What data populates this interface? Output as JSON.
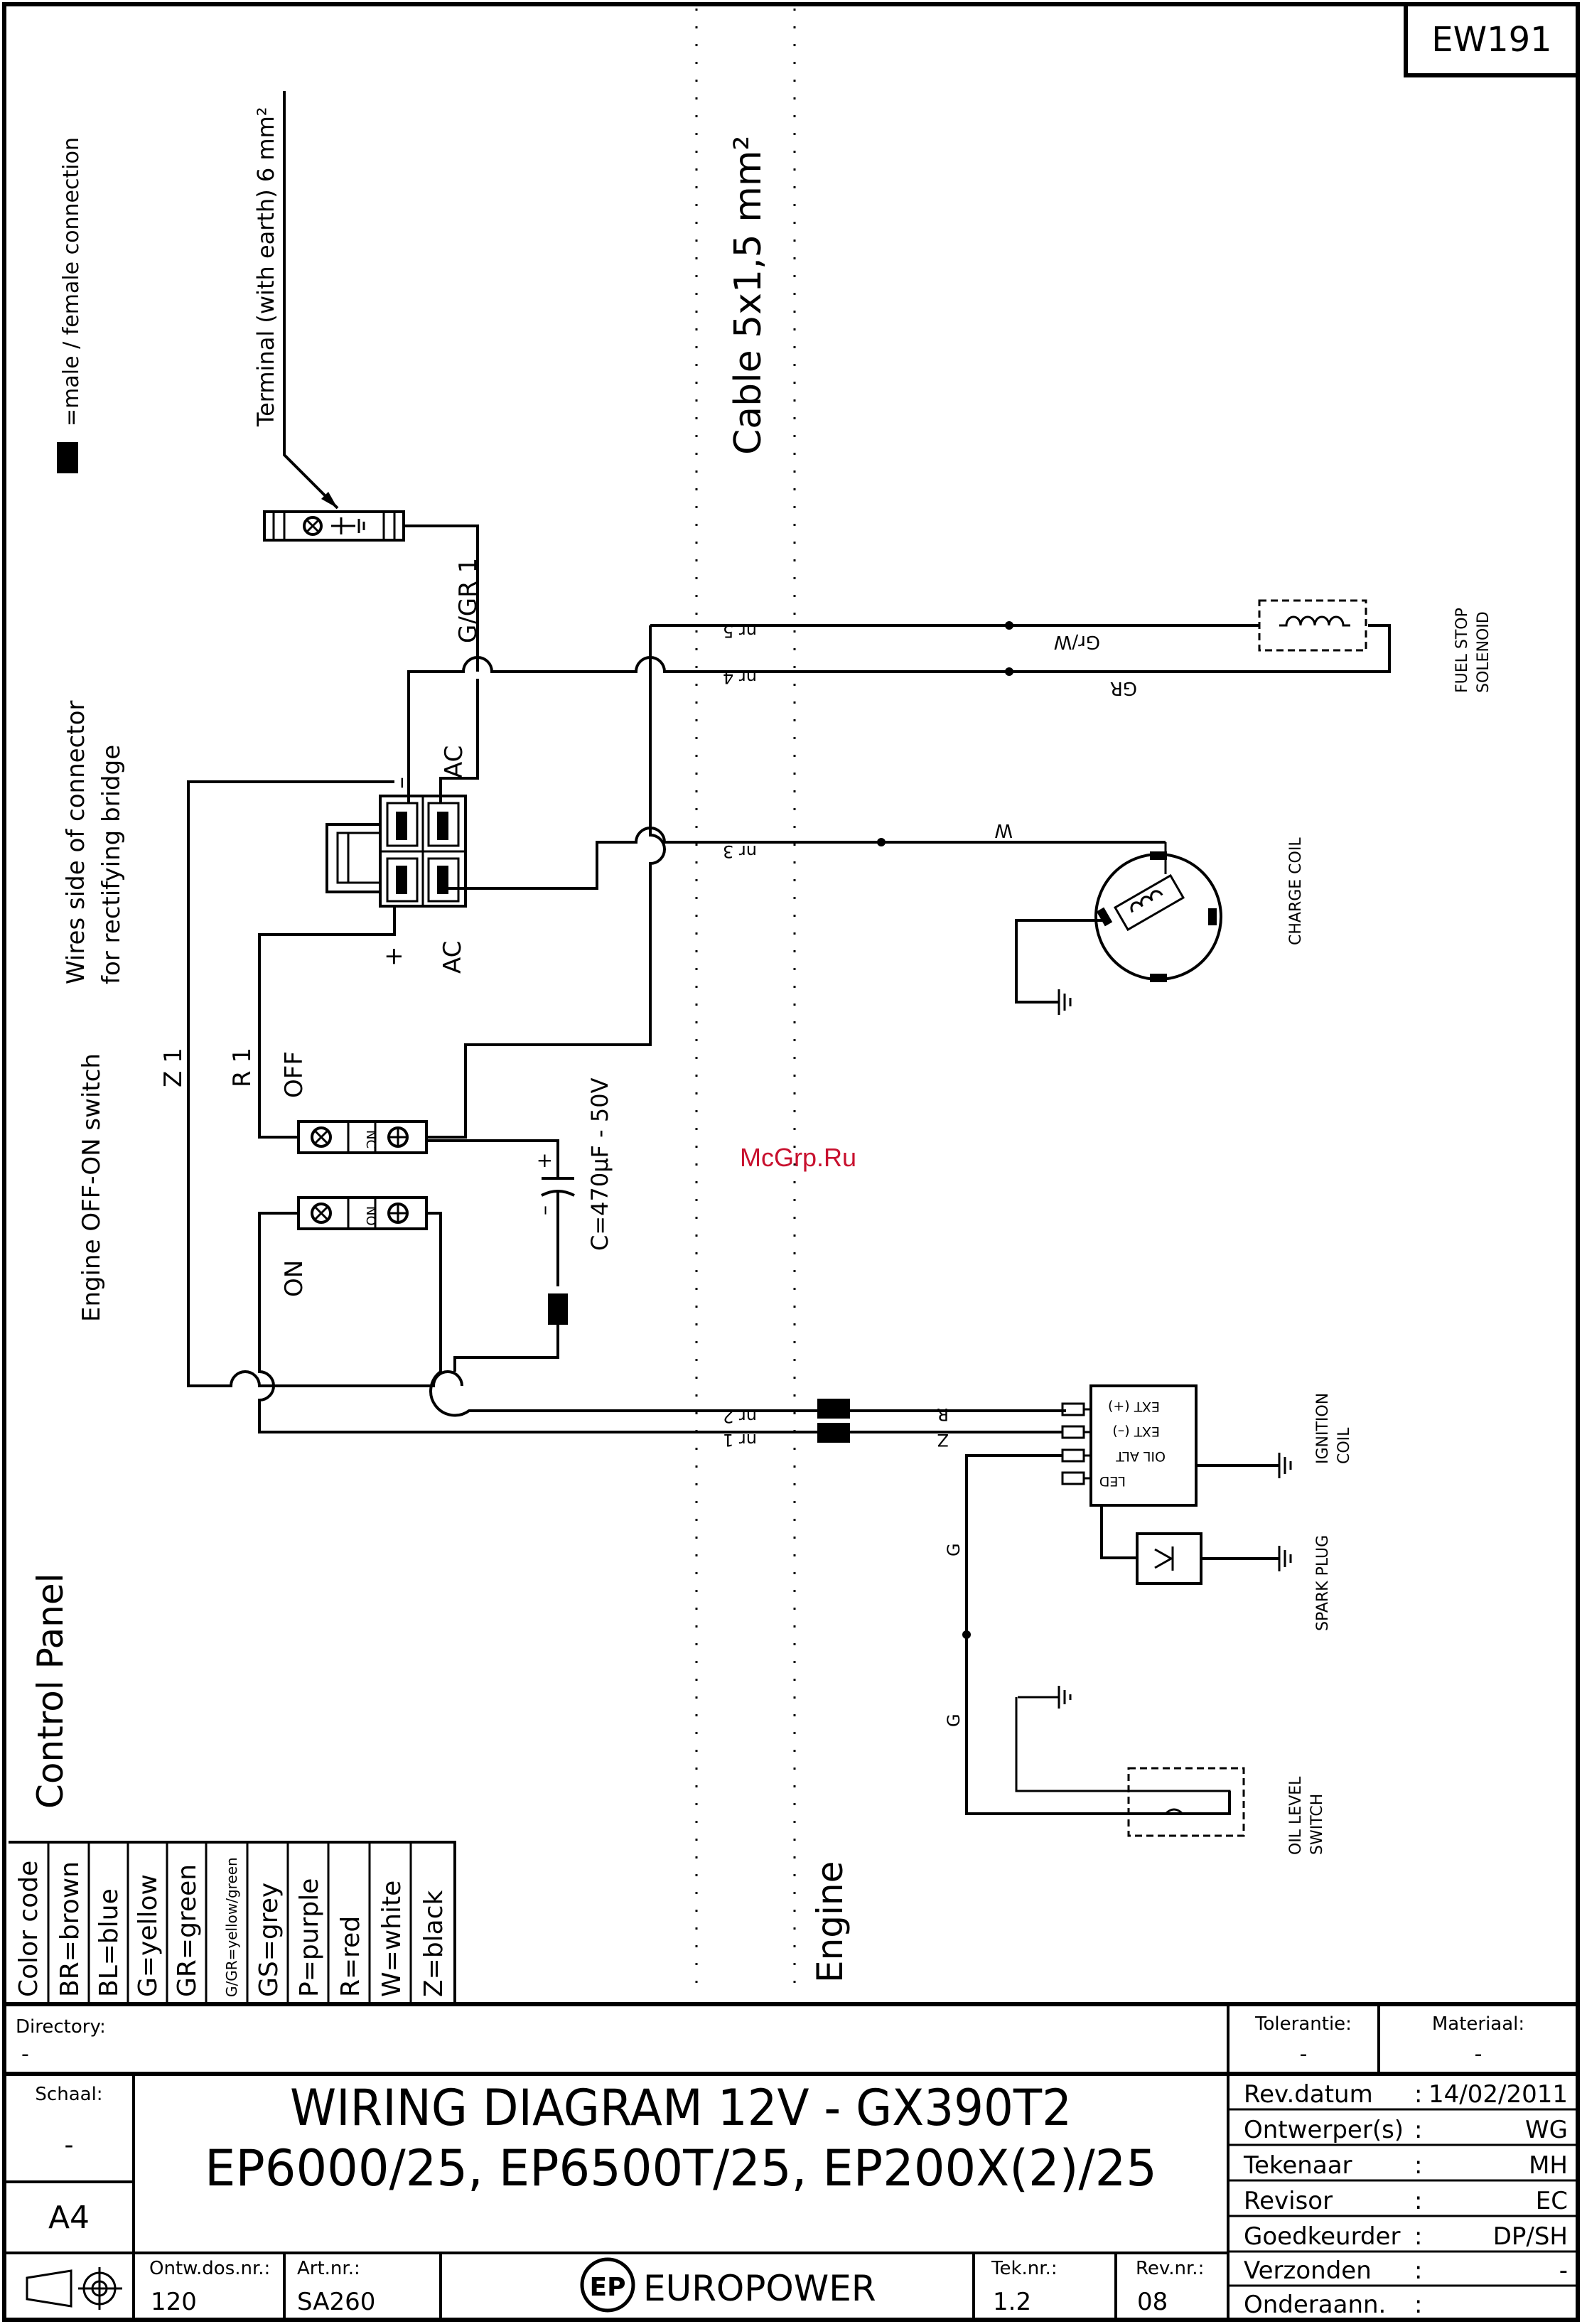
{
  "drawing_code": "EW191",
  "watermark": "McGrp.Ru",
  "legend_connector": "=male / female connection",
  "terminal_label": "Terminal (with earth) 6 mm²",
  "cable_label": "Cable 5x1,5 mm²",
  "rectifier_label_1": "Wires side of connector",
  "rectifier_label_2": "for rectifying bridge",
  "switch_label": "Engine OFF-ON switch",
  "section_control": "Control Panel",
  "section_engine": "Engine",
  "wires": {
    "ggr1": "G/GR 1",
    "z1": "Z 1",
    "r1": "R 1",
    "grw": "Gr/W",
    "gr": "GR",
    "w": "W",
    "r": "R",
    "z": "Z",
    "g1": "G",
    "g2": "G"
  },
  "pins": {
    "nr5": "nr 5",
    "nr4": "nr 4",
    "nr3": "nr 3",
    "nr2": "nr 2",
    "nr1": "nr 1"
  },
  "bridge": {
    "minus": "–",
    "ac_top": "AC",
    "plus": "+",
    "ac_bottom": "AC"
  },
  "switch_off": "OFF",
  "switch_on": "ON",
  "switch_nc": "NC",
  "switch_no": "NO",
  "capacitor": "C=470µF - 50V",
  "cap_plus": "+",
  "cap_minus": "–",
  "components": {
    "fuel_stop_1": "FUEL STOP",
    "fuel_stop_2": "SOLENOID",
    "charge_coil": "CHARGE COIL",
    "ignition_1": "IGNITION",
    "ignition_2": "COIL",
    "spark_plug": "SPARK PLUG",
    "oil_level_1": "OIL LEVEL",
    "oil_level_2": "SWITCH"
  },
  "module_pins": [
    "EXT (+)",
    "EXT (–)",
    "OIL  ALT",
    "LED"
  ],
  "color_code": {
    "header": "Color code",
    "entries": [
      "BR=brown",
      "BL=blue",
      "G=yellow",
      "GR=green",
      "G/GR=yellow/green",
      "GS=grey",
      "P=purple",
      "R=red",
      "W=white",
      "Z=black"
    ]
  },
  "title_block": {
    "directory_label": "Directory:",
    "directory_value": "-",
    "tolerance_label": "Tolerantie:",
    "tolerance_value": "-",
    "material_label": "Materiaal:",
    "material_value": "-",
    "scale_label": "Schaal:",
    "scale_value": "-",
    "format": "A4",
    "title_line1": "WIRING DIAGRAM 12V - GX390T2",
    "title_line2": "EP6000/25, EP6500T/25, EP200X(2)/25",
    "rev_date_label": "Rev.datum",
    "rev_date_value": "14/02/2011",
    "designer_label": "Ontwerper(s)",
    "designer_value": "WG",
    "drawer_label": "Tekenaar",
    "drawer_value": "MH",
    "reviser_label": "Revisor",
    "reviser_value": "EC",
    "approver_label": "Goedkeurder",
    "approver_value": "DP/SH",
    "sent_label": "Verzonden",
    "sent_value": "-",
    "sub_label": "Onderaann.",
    "sub_value": "",
    "doc_label": "Ontw.dos.nr.:",
    "doc_value": "120",
    "art_label": "Art.nr.:",
    "art_value": "SA260",
    "brand": "EUROPOWER",
    "tek_label": "Tek.nr.:",
    "tek_value": "1.2",
    "rev_label": "Rev.nr.:",
    "rev_value": "08"
  }
}
